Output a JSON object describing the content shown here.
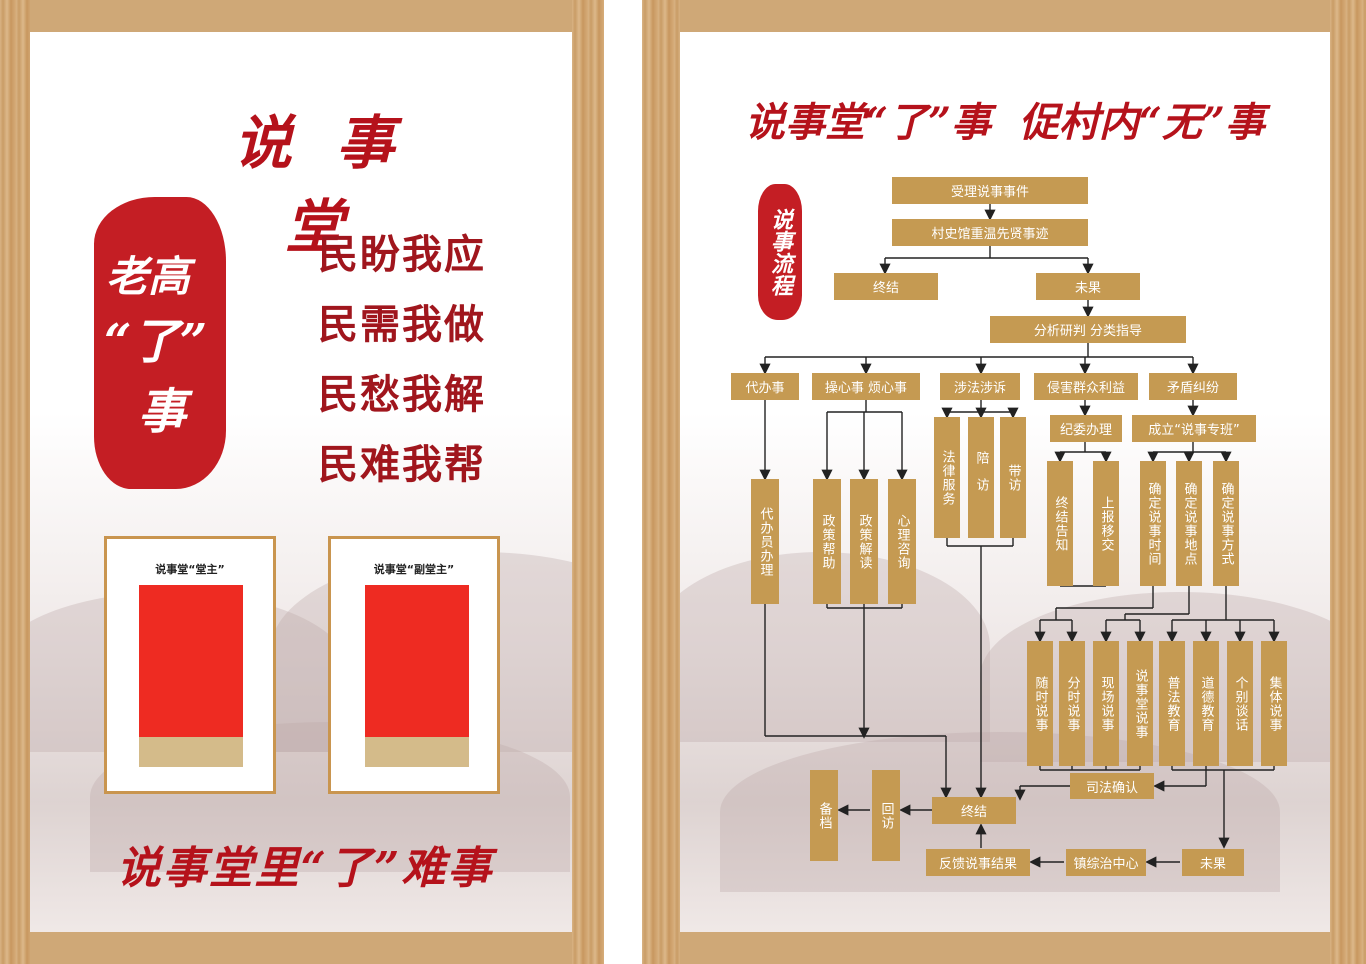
{
  "left": {
    "title": "说 事 堂",
    "seal": {
      "line1": "老高",
      "line2": "“了”",
      "line3": "事"
    },
    "slogans": [
      "民盼我应",
      "民需我做",
      "民愁我解",
      "民难我帮"
    ],
    "photo_frames": [
      {
        "caption": "说事堂“堂主”"
      },
      {
        "caption": "说事堂“副堂主”"
      }
    ],
    "footer": "说事堂里“了”难事"
  },
  "right": {
    "title": "说事堂“了”事  促村内“无”事",
    "badge": "说事流程",
    "nodes": {
      "accept": "受理说事事件",
      "history": "村史馆重温先贤事迹",
      "end_top": "终结",
      "unresolved_top": "未果",
      "analyze": "分析研判 分类指导",
      "cat1": "代办事",
      "cat2": "操心事 烦心事",
      "cat3": "涉法涉诉",
      "cat4": "侵害群众利益",
      "cat5": "矛盾纠纷",
      "c1a": "代办员办理",
      "c2a": "政策帮助",
      "c2b": "政策解读",
      "c2c": "心理咨询",
      "c3a": "法律服务",
      "c3b": "陪访",
      "c3c": "带访",
      "c4": "纪委办理",
      "c4a": "终结告知",
      "c4b": "上报移交",
      "c5": "成立“说事专班”",
      "c5a": "确定说事时间",
      "c5b": "确定说事地点",
      "c5c": "确定说事方式",
      "m1": "随时说事",
      "m2": "分时说事",
      "m3": "现场说事",
      "m4": "说事堂说事",
      "m5": "普法教育",
      "m6": "道德教育",
      "m7": "个别谈话",
      "m8": "集体说事",
      "judicial": "司法确认",
      "end": "终结",
      "revisit": "回访",
      "archive": "备档",
      "feedback": "反馈说事结果",
      "center": "镇综治中心",
      "unresolved": "未果"
    }
  },
  "colors": {
    "title_red": "#b5121b",
    "box_gold": "#c59a52",
    "frame_gold": "#c9954f",
    "photo_red": "#ee2b22",
    "wood": "#cfa877"
  }
}
